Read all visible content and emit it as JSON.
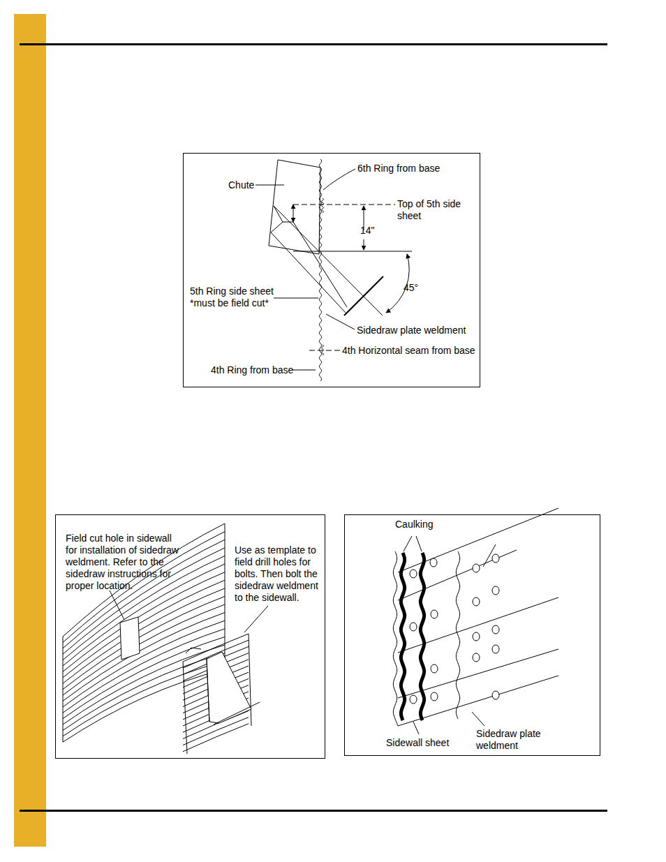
{
  "diagram": {
    "labels": [
      "Chute",
      "6th Ring from base",
      "Top of 5th side sheet",
      "14\"",
      "45°",
      "5th Ring side sheet *must be field cut*",
      "Sidedraw plate weldment",
      "4th Horizontal seam from base",
      "4th Ring from base",
      "Field cut hole in sidewall for installation of sidedraw weldment. Refer to the sidedraw instructions for proper location.",
      "Use as template to field drill holes for bolts. Then bolt the sidedraw weldment to the sidewall.",
      "Caulking",
      "Sidewall sheet",
      "Sidedraw plate weldment"
    ]
  }
}
